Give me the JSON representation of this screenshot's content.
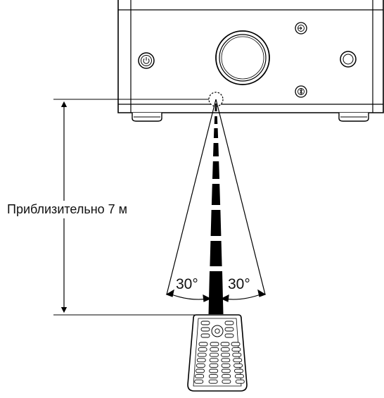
{
  "distance_label": "Приблизительно 7 м",
  "angle_left": "30°",
  "angle_right": "30°",
  "icons": [
    "power-icon",
    "input-icon",
    "bluetooth-icon",
    "volume-knob-icon",
    "remote-control-icon",
    "ir-sensor-icon"
  ]
}
